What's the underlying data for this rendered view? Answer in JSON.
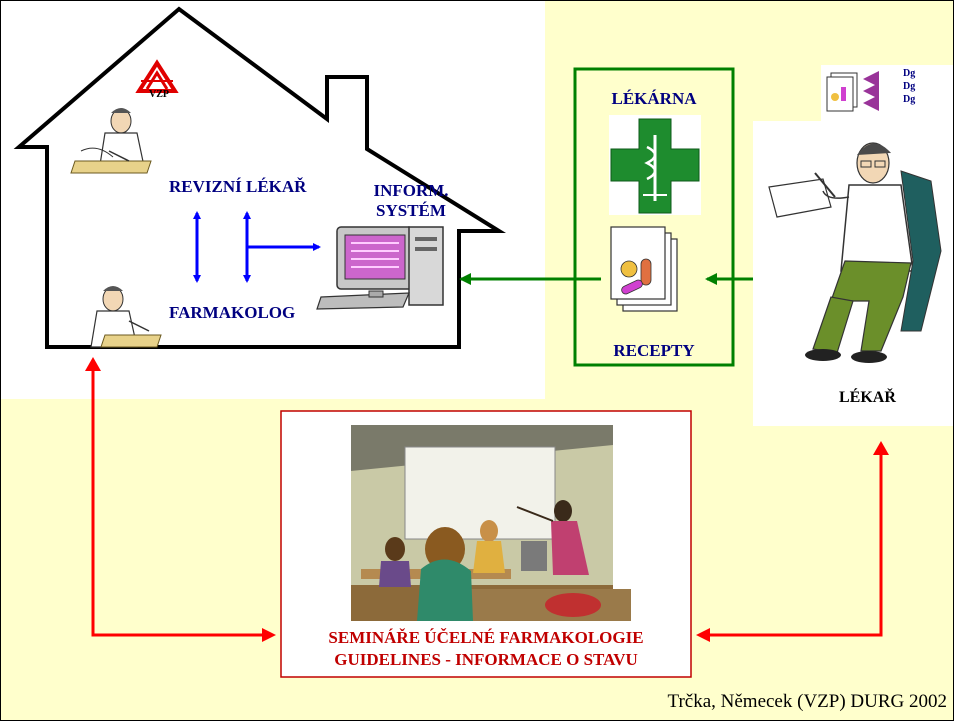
{
  "house": {
    "logo_text": "VZP",
    "revizni_lekar": "REVIZNÍ LÉKAŘ",
    "farmakolog": "FARMAKOLOG",
    "inform_line1": "INFORM.",
    "inform_line2": "SYSTÉM"
  },
  "pharmacy": {
    "lekarna": "LÉKÁRNA",
    "recepty": "RECEPTY"
  },
  "doctor": {
    "lekar": "LÉKAŘ",
    "dg": [
      "Dg",
      "Dg",
      "Dg"
    ]
  },
  "seminar": {
    "line1": "SEMINÁŘE ÚČELNÉ FARMAKOLOGIE",
    "line2": "GUIDELINES - INFORMACE O STAVU"
  },
  "footer": {
    "credit": "Trčka, Němecek (VZP) DURG 2002"
  },
  "colors": {
    "background": "#ffffcc",
    "navy_text": "#000080",
    "blue_arrow": "#0000ff",
    "green_arrow": "#008000",
    "red_arrow": "#ff0000",
    "seminar_text": "#c00000"
  }
}
